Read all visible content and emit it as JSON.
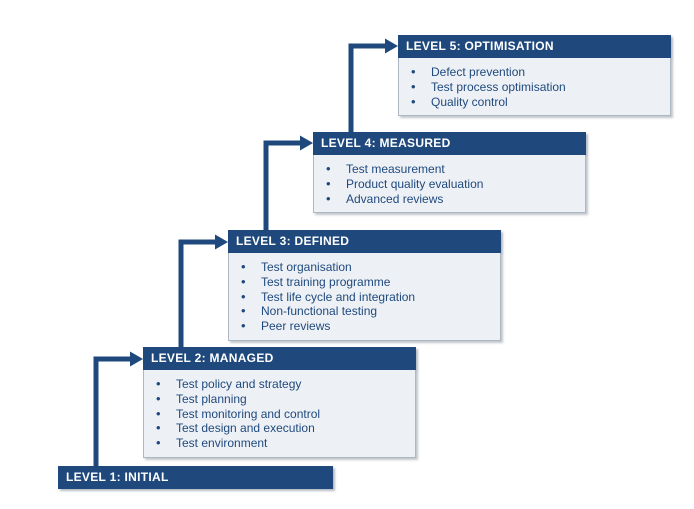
{
  "diagram": {
    "kind": "test-maturity-staircase",
    "colors": {
      "header_bg": "#1F497D",
      "header_text": "#FFFFFF",
      "body_bg": "#EDF1F6",
      "body_border": "#AEB8C2",
      "bullet_text": "#1F497D",
      "arrow": "#1F497D",
      "background": "#FFFFFF"
    },
    "levels": [
      {
        "label": "LEVEL 5: OPTIMISATION",
        "items": [
          "Defect prevention",
          "Test process optimisation",
          "Quality control"
        ]
      },
      {
        "label": "LEVEL 4: MEASURED",
        "items": [
          "Test measurement",
          "Product quality evaluation",
          "Advanced reviews"
        ]
      },
      {
        "label": "LEVEL 3: DEFINED",
        "items": [
          "Test organisation",
          "Test training programme",
          "Test life cycle and integration",
          "Non-functional testing",
          "Peer reviews"
        ]
      },
      {
        "label": "LEVEL 2: MANAGED",
        "items": [
          "Test policy and strategy",
          "Test planning",
          "Test monitoring and control",
          "Test design and execution",
          "Test environment"
        ]
      },
      {
        "label": "LEVEL 1: INITIAL",
        "items": []
      }
    ]
  }
}
